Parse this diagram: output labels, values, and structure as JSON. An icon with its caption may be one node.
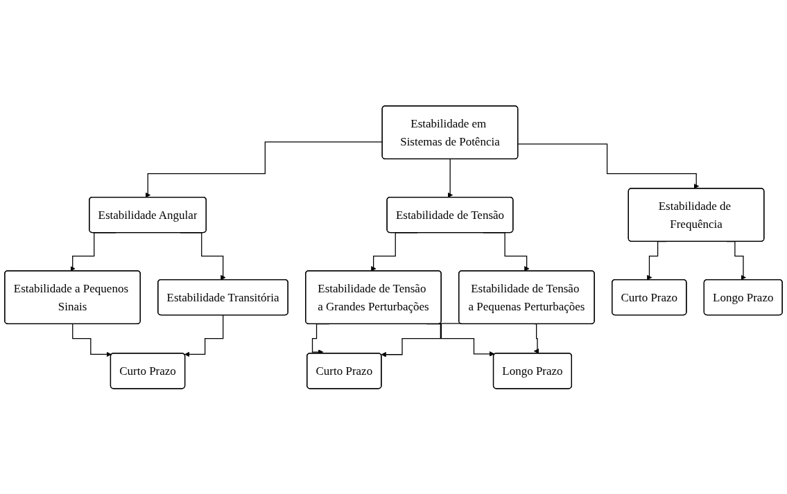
{
  "diagram": {
    "nodes": [
      {
        "text": [
          "Estabilidade em Sistemas de Potência"
        ]
      },
      {
        "text": [
          "Estabilidade Angular"
        ]
      },
      {
        "text": [
          "Estabilidade de Frequência"
        ]
      },
      {
        "text": [
          "Estabilidade de Tensão"
        ]
      },
      {
        "text": [
          "Estabilidade a Pequenos Sinais"
        ]
      },
      {
        "text": [
          "Estabilidade Transitória"
        ]
      },
      {
        "text": [
          "Estabilidade de Tensão a Grandes Perturbações"
        ]
      },
      {
        "text": [
          "Estabilidade de Tensão a Pequenas Perturbações"
        ]
      },
      {
        "text": [
          "Curto Prazo"
        ]
      },
      {
        "text": [
          "Curto Prazo"
        ]
      },
      {
        "text": [
          "Longo Prazo"
        ]
      },
      {
        "text": [
          "Curto Prazo"
        ]
      },
      {
        "text": [
          "Longo Prazo"
        ]
      }
    ],
    "edges": [
      {
        "from": 0,
        "to": 1,
        "arrow": "to"
      },
      {
        "from": 0,
        "to": 2,
        "arrow": "to"
      },
      {
        "from": 0,
        "to": 3,
        "arrow": "to"
      },
      {
        "from": 1,
        "to": 4,
        "arrow": "to"
      },
      {
        "from": 1,
        "to": 5,
        "arrow": "to"
      },
      {
        "from": 3,
        "to": 6,
        "arrow": "to"
      },
      {
        "from": 3,
        "to": 7,
        "arrow": "to"
      },
      {
        "from": 4,
        "to": 8,
        "arrow": "to"
      },
      {
        "from": 5,
        "to": 8,
        "arrow": "to"
      },
      {
        "from": 6,
        "to": 9,
        "arrow": "to"
      },
      {
        "from": 6,
        "to": 10,
        "arrow": "to"
      },
      {
        "from": 7,
        "to": 9,
        "arrow": "to"
      },
      {
        "from": 7,
        "to": 10,
        "arrow": "to"
      },
      {
        "from": 2,
        "to": 11,
        "arrow": "to"
      },
      {
        "from": 2,
        "to": 12,
        "arrow": "to"
      }
    ]
  }
}
